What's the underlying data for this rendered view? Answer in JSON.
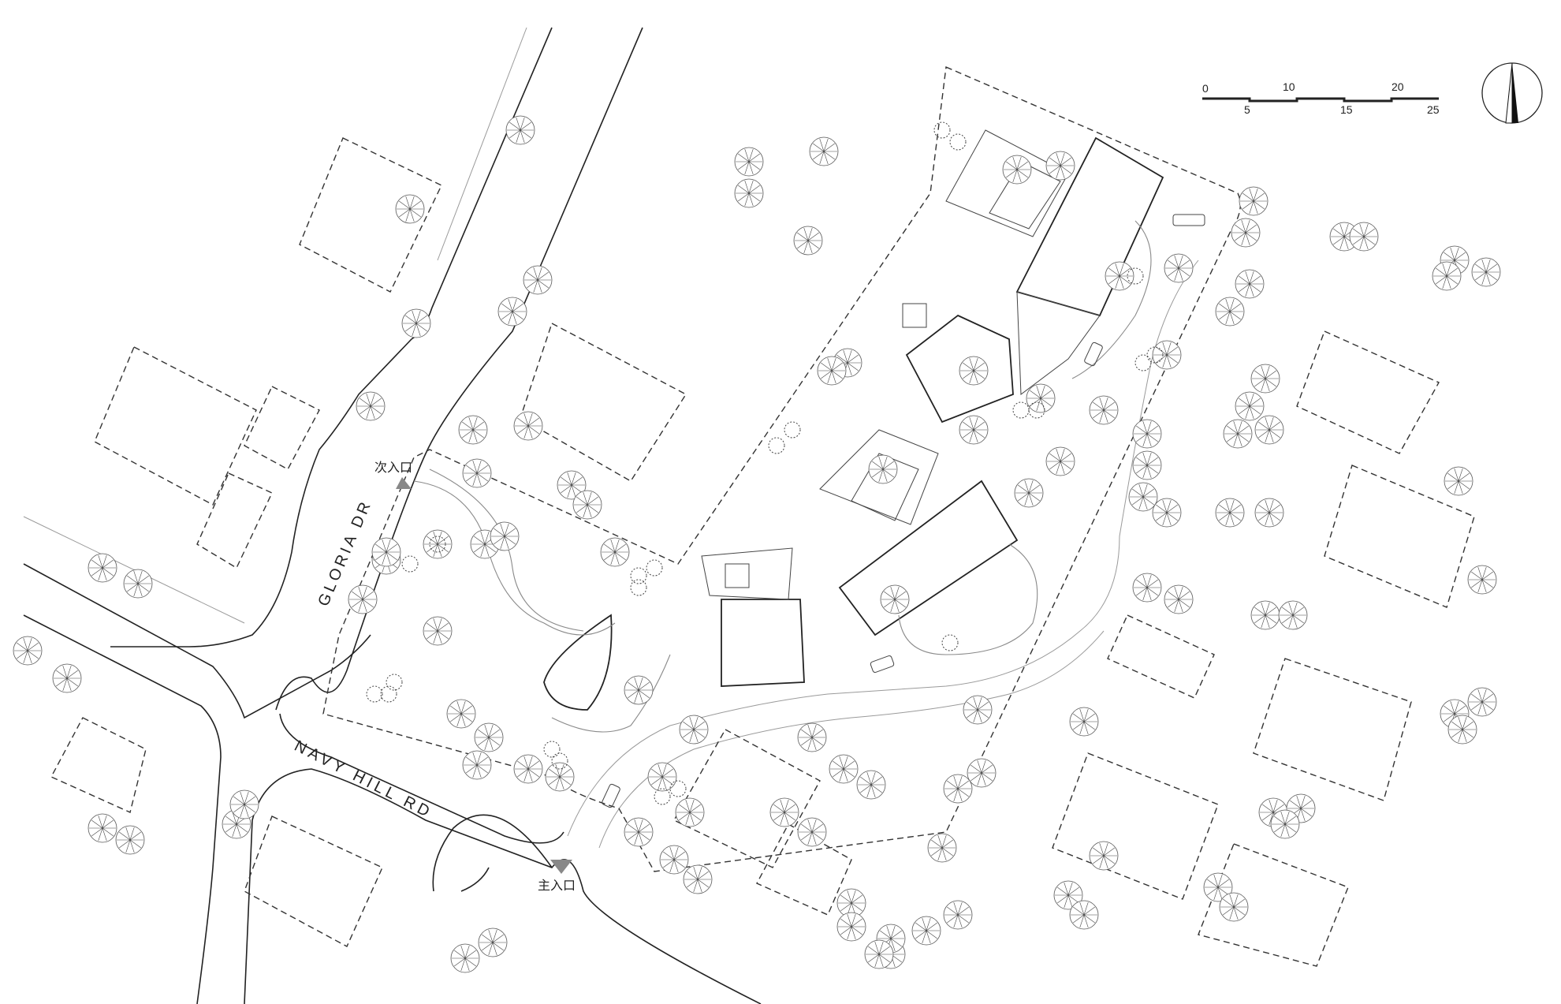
{
  "plan": {
    "street_labels": {
      "gloria": "GLORIA DR",
      "navy_hill": "NAVY HILL RD"
    },
    "entrance_labels": {
      "secondary": "次入口",
      "main": "主入口"
    },
    "scale_bar": {
      "ticks_top": [
        "0",
        "10",
        "20"
      ],
      "ticks_bottom": [
        "5",
        "15",
        "25"
      ]
    },
    "north_arrow": {
      "icon": "north-arrow-icon"
    }
  }
}
